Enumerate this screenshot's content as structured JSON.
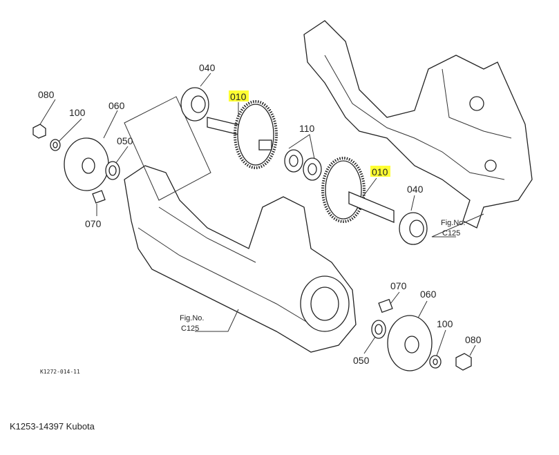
{
  "diagram": {
    "callouts": {
      "c040_top": "040",
      "c080_left": "080",
      "c100_left": "100",
      "c060_left": "060",
      "c050_left": "050",
      "c070_left": "070",
      "c010_top": "010",
      "c110": "110",
      "c010_mid": "010",
      "c040_right": "040",
      "c070_right": "070",
      "c060_right": "060",
      "c100_right": "100",
      "c080_right": "080",
      "c050_right": "050"
    },
    "fig_ref_right": {
      "line1": "Fig.No.",
      "line2": "C125"
    },
    "fig_ref_left": {
      "line1": "Fig.No.",
      "line2": "C125"
    },
    "drawing_id": "K1272-014-11",
    "highlight_color": "#ffff33"
  },
  "caption": "K1253-14397 Kubota"
}
